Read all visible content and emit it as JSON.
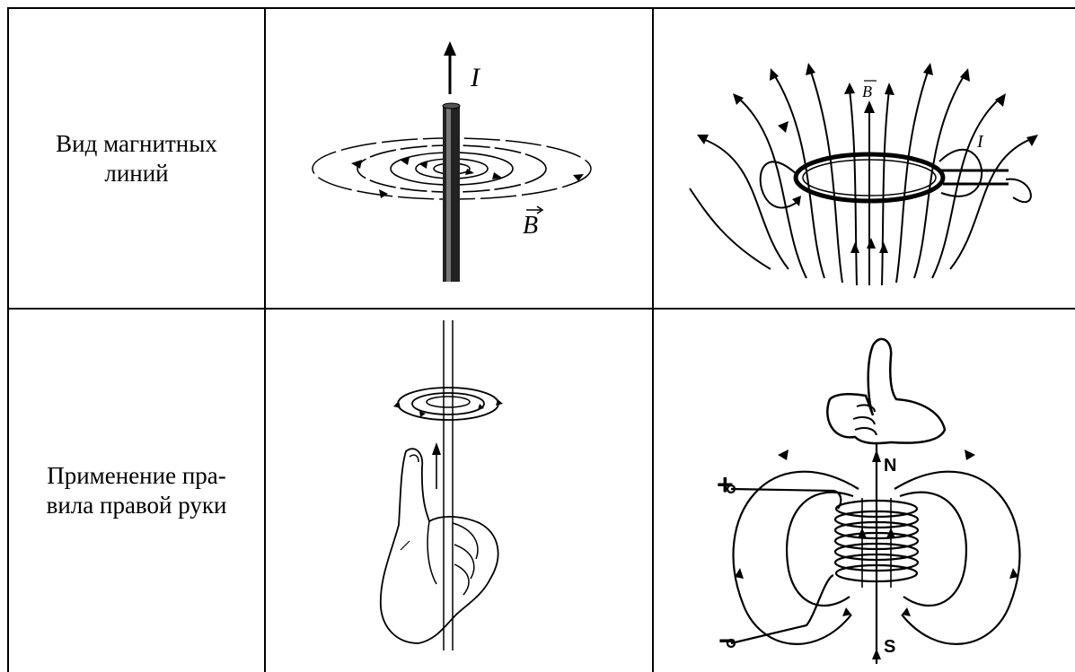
{
  "rows": [
    {
      "label_line1": "Вид магнитных",
      "label_line2": "линий",
      "straight_wire": {
        "current_label": "I",
        "field_label": "B"
      },
      "circular_loop": {
        "field_label": "B",
        "current_label": "I"
      }
    },
    {
      "label_line1": "Применение пра-",
      "label_line2": "вила правой руки",
      "solenoid": {
        "plus_label": "+",
        "minus_label": "−",
        "north_label": "N",
        "south_label": "S"
      }
    }
  ],
  "icons": [
    "straight-wire-field-icon",
    "circular-loop-field-icon",
    "right-hand-wire-icon",
    "solenoid-hand-icon"
  ]
}
